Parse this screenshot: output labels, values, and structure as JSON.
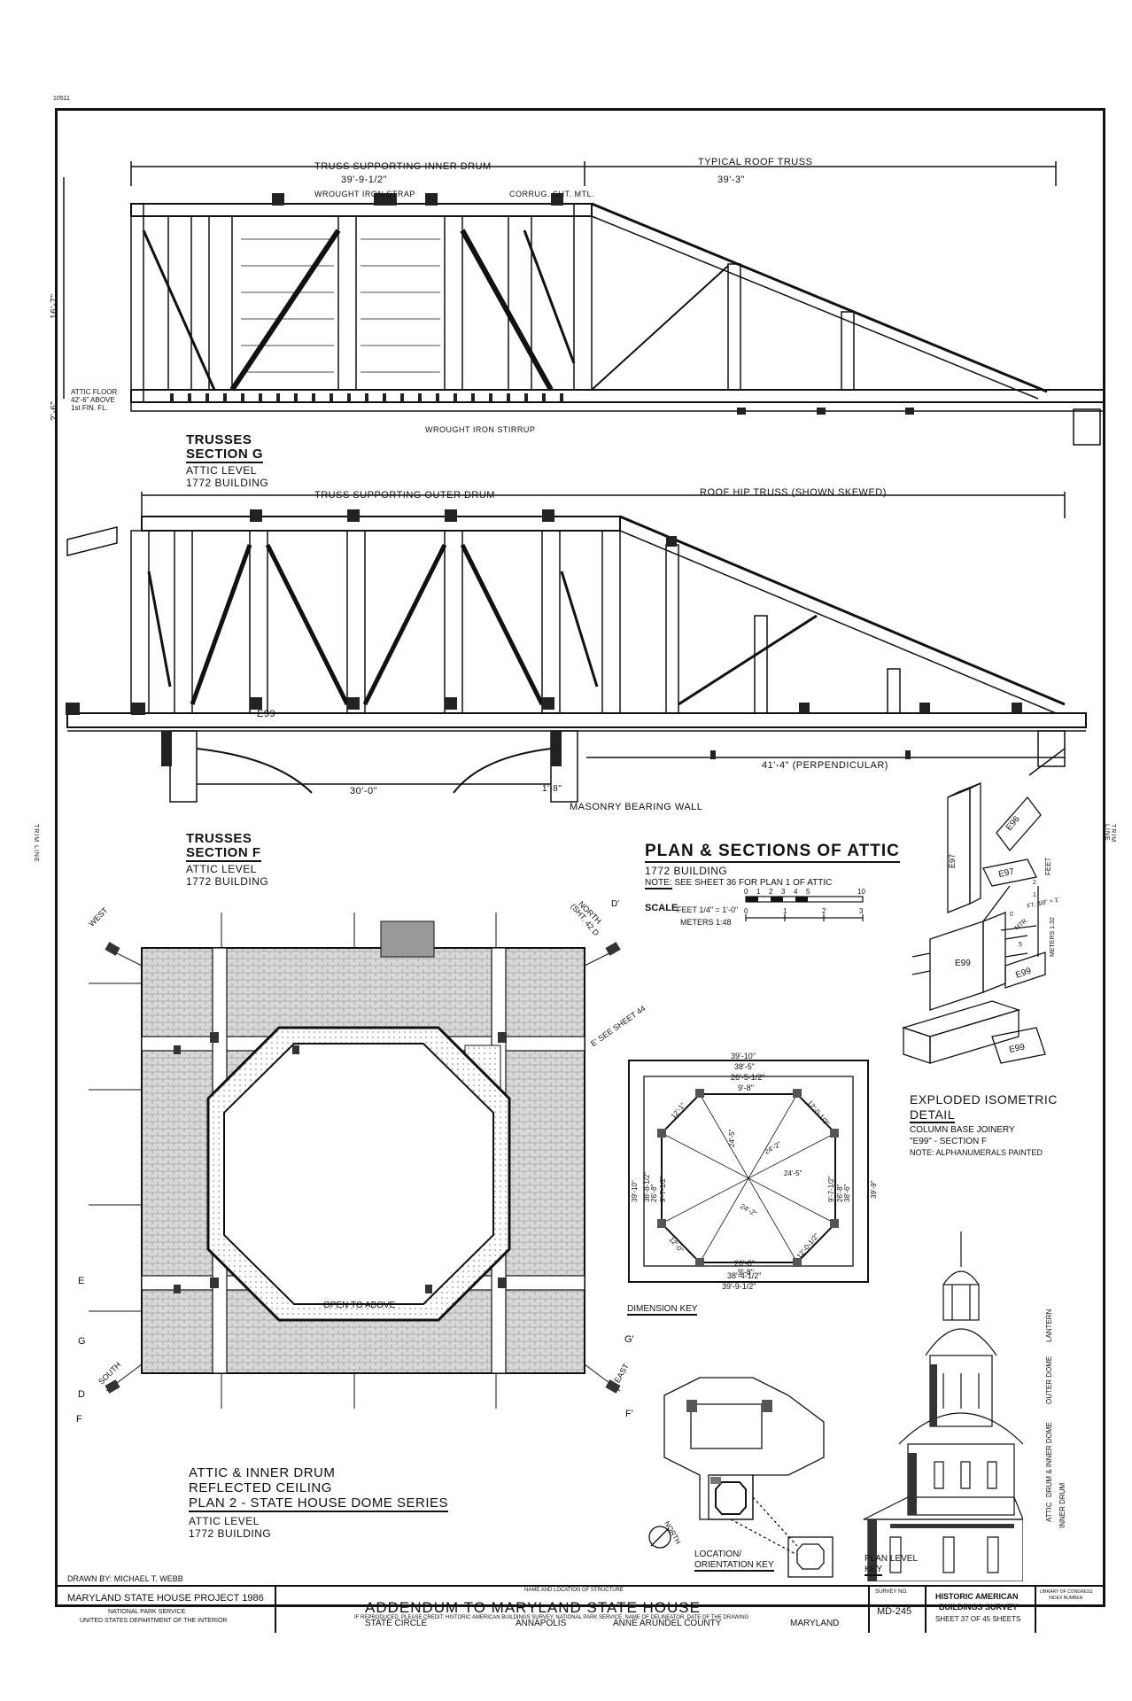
{
  "sheet_id": "10511",
  "trim_label": "TRIM LINE",
  "truss_g": {
    "inner_drum_label": "TRUSS SUPPORTING INNER DRUM",
    "inner_drum_dim": "39'-9-1/2\"",
    "roof_truss_label": "TYPICAL ROOF TRUSS",
    "roof_truss_dim": "39'-3\"",
    "strap_label": "WROUGHT IRON STRAP",
    "metal_label": "CORRUG. SHT. MTL.",
    "stirrup_label": "WROUGHT IRON STIRRUP",
    "height_dim": "16'-7\"",
    "floor_dim": "2'-6\"",
    "attic_floor_1": "ATTIC FLOOR",
    "attic_floor_2": "42'-6\" ABOVE",
    "attic_floor_3": "1st FIN. FL.",
    "title_1": "TRUSSES",
    "title_2": "SECTION G",
    "sub_1": "ATTIC LEVEL",
    "sub_2": "1772 BUILDING"
  },
  "truss_f": {
    "outer_drum_label": "TRUSS SUPPORTING OUTER DRUM",
    "hip_label": "ROOF HIP TRUSS (SHOWN SKEWED)",
    "e99": "E99",
    "span_dim": "30'-0\"",
    "wall_dim": "1'-8\"",
    "perp_dim": "41'-4\" (PERPENDICULAR)",
    "wall_label": "MASONRY BEARING WALL",
    "title_1": "TRUSSES",
    "title_2": "SECTION F",
    "sub_1": "ATTIC LEVEL",
    "sub_2": "1772 BUILDING"
  },
  "plan_header": {
    "title": "PLAN & SECTIONS OF ATTIC",
    "sub": "1772 BUILDING",
    "note_key": "NOTE:",
    "note": "SEE SHEET 36 FOR PLAN 1 OF ATTIC",
    "scale_key": "SCALE",
    "scale_feet": "FEET 1/4\" = 1'-0\"",
    "scale_meters": "METERS 1:48",
    "ticks_ft": [
      "0",
      "1",
      "2",
      "3",
      "4",
      "5",
      "10"
    ],
    "ticks_m": [
      "0",
      "1",
      "2",
      "3"
    ]
  },
  "isometric": {
    "labels": [
      "E96",
      "E97",
      "E97",
      "E99",
      "E99",
      "E99"
    ],
    "ft_label": "FEET",
    "ft_dim": "FT. 3/8\" = 1'",
    "mtr_label": "MTR.",
    "meters_label": "METERS 1:32",
    "ticks": [
      "2",
      "1",
      "0",
      "5"
    ],
    "title_1": "EXPLODED ISOMETRIC",
    "title_2": "DETAIL",
    "sub_1": "COLUMN BASE JOINERY",
    "sub_2": "\"E99\" - SECTION F",
    "note": "NOTE: ALPHANUMERALS PAINTED"
  },
  "plan2": {
    "west": "WEST",
    "north": "NORTH",
    "south": "SOUTH",
    "east": "EAST",
    "sht42": "(SHT. 42 D",
    "d_prime": "D'",
    "e_see": "E' SEE SHEET 44",
    "e_left": "E",
    "g_left": "G",
    "g_right": "G'",
    "f_left": "F",
    "f_right": "F'",
    "d_left": "D",
    "open_label": "OPEN TO ABOVE",
    "title_1": "ATTIC & INNER DRUM",
    "title_2": "REFLECTED CEILING",
    "title_3": "PLAN 2 - STATE HOUSE DOME SERIES",
    "sub_1": "ATTIC LEVEL",
    "sub_2": "1772 BUILDING"
  },
  "dimension_key": {
    "top_dims": [
      "39'-10\"",
      "38'-5\"",
      "26'-5-1/2\"",
      "9'-8\""
    ],
    "bottom_dims": [
      "9'-8\"",
      "26'-8\"",
      "38'-4-1/2\"",
      "39'-9-1/2\""
    ],
    "left_dims": [
      "39'-10\"",
      "38'-8-1/2\"",
      "26'-8\"",
      "9'-7-1/2\""
    ],
    "right_dims": [
      "9'-7-1/2\"",
      "26'-8\"",
      "38'-6\"",
      "39'-9\""
    ],
    "diag_dims": [
      "12'-1\"",
      "12'-0-1/2\"",
      "12'-0\"",
      "12'-0-1/2\""
    ],
    "inner_dims": [
      "24'-5\"",
      "24'-2\"",
      "24'-5\"",
      "24'-2\""
    ],
    "caption": "DIMENSION KEY"
  },
  "location_key": {
    "north": "NORTH",
    "caption_1": "LOCATION/",
    "caption_2": "ORIENTATION KEY"
  },
  "elevation": {
    "lantern": "LANTERN",
    "outer_dome": "OUTER DOME",
    "drum_dome": "DRUM & INNER DOME",
    "attic": "ATTIC",
    "inner_drum": "INNER DRUM",
    "caption_1": "PLAN LEVEL",
    "caption_2": "KEY"
  },
  "title_block": {
    "drawn_by_key": "DRAWN BY:",
    "drawn_by": "MICHAEL T. WEBB",
    "project": "MARYLAND STATE HOUSE PROJECT 1986",
    "agency_1": "NATIONAL PARK SERVICE",
    "agency_2": "UNITED STATES DEPARTMENT OF THE INTERIOR",
    "name_caption": "NAME AND LOCATION OF STRUCTURE",
    "structure": "ADDENDUM TO MARYLAND STATE HOUSE",
    "address": [
      "STATE CIRCLE",
      "ANNAPOLIS",
      "ANNE ARUNDEL COUNTY",
      "MARYLAND"
    ],
    "survey_no_key": "SURVEY NO.",
    "survey_no": "MD-245",
    "survey_1": "HISTORIC AMERICAN",
    "survey_2": "BUILDINGS SURVEY",
    "sheet_text": "SHEET 37 OF 45 SHEETS",
    "loc_1": "LIBRARY OF CONGRESS",
    "loc_2": "INDEX NUMBER",
    "credit": "IF REPRODUCED, PLEASE CREDIT: HISTORIC AMERICAN BUILDINGS SURVEY, NATIONAL PARK SERVICE, NAME OF DELINEATOR, DATE OF THE DRAWING"
  }
}
